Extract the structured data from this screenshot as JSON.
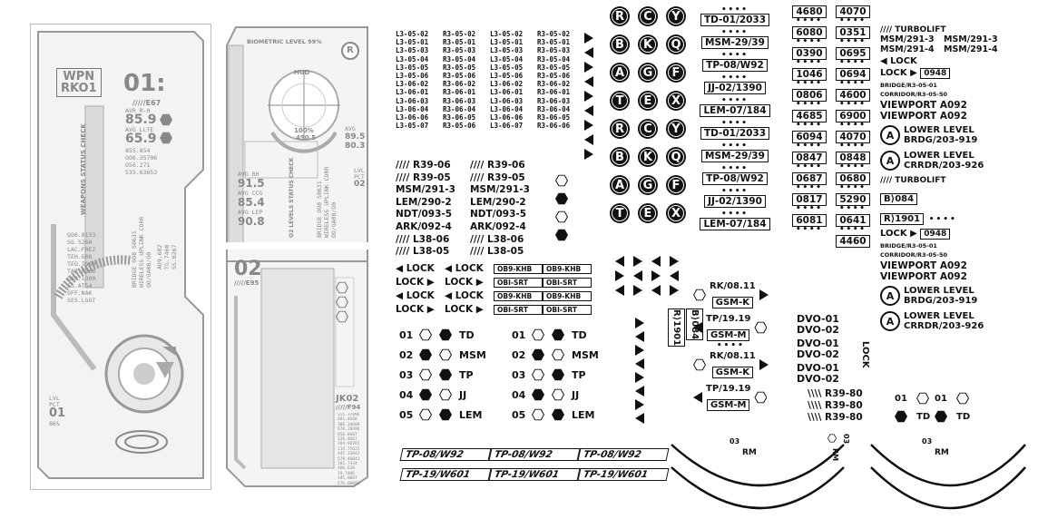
{
  "panel1": {
    "wpn_line1": "WPN",
    "wpn_line2": "RKO1",
    "big_num": "01:",
    "code": "/////E67",
    "vals": [
      "85.9",
      "65.9"
    ],
    "small_labels": [
      "AVR R-H",
      "AVG LLTE"
    ],
    "mini_block": "855.854\nOO6.35706\nO56.271\n535.63653",
    "vertical_title": "WEAPONS STATUS CHECK",
    "vertical_sub": "BRIDGE OO8 S0631\nWIRELESS UPLINK CORR\nOO/GA08/O0",
    "side_code": "AO9.682\nTG.7460\nSS.0267",
    "list": "QO6.8133\nSG.5260\nLAC.FRE2\nTEH.G08\nTEO.7560\nTAR.0266\nGAR.1300\nSG.AT54\nOFF.NAK\nSES.LGOT",
    "lvl": "LVL",
    "pct": "PCT",
    "pct_val": "01",
    "pct_sub": "86%"
  },
  "panel2": {
    "biometric": "BIOMETRIC LEVEL 99%",
    "r_badge": "R",
    "hud": "HUD",
    "gauge_val": "100%",
    "gauge_sub": "450.5",
    "side_vals": [
      "89.5",
      "80.3"
    ],
    "side_label": "AVG",
    "left_vals": [
      "91.5",
      "85.4",
      "90.8"
    ],
    "left_labels": [
      "AVG RH",
      "AVG CCG",
      "AVG LEP"
    ],
    "vertical_title": "O2 LEVELS STATUS CHECK",
    "vertical_sub": "BRIDGE OO8 S0631\nWIRELESS UPLINK CORR\nOO/GA08/O0",
    "lvl": "LVL",
    "pct": "PCT",
    "pct_val": "02",
    "big_num": "02",
    "code": "/////E95",
    "jk": "JK02",
    "jk_sub": "/////F94",
    "list": "S55.37896\n681.4668\n306.34608\n678.26996\n856.6687\n126.4667\n394.98765\n114.75622\n445.33042\n578.40043\n182.7434\n406.638\n19.7486\n345.8087\n576.00086\n367.235\n213.8009\n511.9866\n788.94506\n265.87656\n135.47674\n773.7084\n624.14006\n288.996\n768.0060\n338.0066\n456.64836\n554.8908\n265.0006\n567.6066\n281.3878\n86.6007\n157.0678\n185.15364\n785.8980\n852.48822\n852.3688"
  },
  "decals": {
    "codes_rows": [
      [
        "L3-05-02",
        "R3-05-02",
        "L3-05-02",
        "R3-05-02"
      ],
      [
        "L3-05-01",
        "R3-05-01",
        "L3-05-01",
        "R3-05-01"
      ],
      [
        "L3-05-03",
        "R3-05-03",
        "L3-05-03",
        "R3-05-03"
      ],
      [
        "L3-05-04",
        "R3-05-04",
        "L3-05-04",
        "R3-05-04"
      ],
      [
        "L3-05-05",
        "R3-05-05",
        "L3-05-05",
        "R3-05-05"
      ],
      [
        "L3-05-06",
        "R3-05-06",
        "L3-05-06",
        "R3-05-06"
      ],
      [
        "L3-06-02",
        "R3-06-02",
        "L3-06-02",
        "R3-06-02"
      ],
      [
        "L3-06-01",
        "R3-06-01",
        "L3-06-01",
        "R3-06-01"
      ],
      [
        "L3-06-03",
        "R3-06-03",
        "L3-06-03",
        "R3-06-03"
      ],
      [
        "L3-06-04",
        "R3-06-04",
        "L3-06-04",
        "R3-06-04"
      ],
      [
        "L3-06-06",
        "R3-06-05",
        "L3-06-06",
        "R3-06-05"
      ],
      [
        "L3-05-07",
        "R3-05-06",
        "L3-06-07",
        "R3-06-06"
      ]
    ],
    "slash_rows": [
      [
        "//// R39-06",
        "//// R39-06"
      ],
      [
        "//// R39-05",
        "//// R39-05"
      ],
      [
        "MSM/291-3",
        "MSM/291-3"
      ],
      [
        "LEM/290-2",
        "LEM/290-2"
      ],
      [
        "NDT/093-5",
        "NDT/093-5"
      ],
      [
        "ARK/092-4",
        "ARK/092-4"
      ],
      [
        "//// L38-06",
        "//// L38-06"
      ],
      [
        "//// L38-05",
        "//// L38-05"
      ]
    ],
    "circle_letters": [
      [
        "R",
        "C",
        "Y"
      ],
      [
        "B",
        "K",
        "Q"
      ],
      [
        "A",
        "G",
        "F"
      ],
      [
        "T",
        "E",
        "X"
      ],
      [
        "R",
        "C",
        "Y"
      ],
      [
        "B",
        "K",
        "Q"
      ],
      [
        "A",
        "G",
        "F"
      ],
      [
        "T",
        "E",
        "X"
      ]
    ],
    "boxed_codes": [
      "TD-01/2033",
      "MSM-29/39",
      "TP-08/W92",
      "JJ-02/1390",
      "LEM-07/184",
      "TD-01/2033",
      "MSM-29/39",
      "TP-08/W92",
      "JJ-02/1390",
      "LEM-07/184"
    ],
    "num_grid": [
      [
        "4680",
        "4070"
      ],
      [
        "6080",
        "0351"
      ],
      [
        "0390",
        "0695"
      ],
      [
        "1046",
        "0694"
      ],
      [
        "0806",
        "4600"
      ],
      [
        "4685",
        "6900"
      ],
      [
        "6094",
        "4070"
      ],
      [
        "0847",
        "0848"
      ],
      [
        "0687",
        "0680"
      ],
      [
        "0817",
        "5290"
      ],
      [
        "6081",
        "0641"
      ]
    ],
    "num_single": "4460",
    "lock_rows": [
      [
        "◀ LOCK",
        "◀ LOCK",
        "OB9-KHB",
        "OB9-KHB"
      ],
      [
        "LOCK ▶",
        "LOCK ▶",
        "OBI-SRT",
        "OBI-SRT"
      ],
      [
        "◀ LOCK",
        "◀ LOCK",
        "OB9-KHB",
        "OB9-KHB"
      ],
      [
        "LOCK ▶",
        "LOCK ▶",
        "OBI-SRT",
        "OBI-SRT"
      ]
    ],
    "num_rows": [
      [
        "01",
        "TD"
      ],
      [
        "02",
        "MSM"
      ],
      [
        "03",
        "TP"
      ],
      [
        "04",
        "JJ"
      ],
      [
        "05",
        "LEM"
      ]
    ],
    "slant_rows": [
      [
        "TP-08/W92",
        "TP-08/W92",
        "TP-08/W92"
      ],
      [
        "TP-19/W601",
        "TP-19/W601",
        "TP-19/W601"
      ]
    ],
    "vert_codes": [
      "R⟩1901",
      "B⟩084"
    ],
    "rk": "RK/08.11",
    "gsmk": "GSM-K",
    "tp": "TP/19.19",
    "gsmm": "GSM-M",
    "dvo": [
      "DVO-01",
      "DVO-02",
      "DVO-01",
      "DVO-02",
      "DVO-01",
      "DVO-02"
    ],
    "lock_v": "LOCK",
    "r39": [
      "\\\\\\\\ R39-80",
      "\\\\\\\\ R39-80",
      "\\\\\\\\ R39-80"
    ],
    "arc_labels": [
      "03",
      "RM"
    ],
    "right_col": {
      "turbolift": "//// TURBOLIFT",
      "msm": [
        "MSM/291-3",
        "MSM/291-3",
        "MSM/291-4",
        "MSM/291-4"
      ],
      "lock": "◀ LOCK",
      "lock2": "LOCK ▶",
      "lock_box": "0948",
      "bridge": "BRIDGE/R3-05-01",
      "corridor": "CORRIDOR/R3-05-50",
      "viewport": "VIEWPORT A092",
      "lower_level": "LOWER LEVEL",
      "brdg": "BRDG/203-919",
      "crrdr": "CRRDR/203-926",
      "b084": "B⟩084",
      "r1901": "R⟩1901",
      "circ_a": "A",
      "o1": "01",
      "td": "TD",
      "o3": "03",
      "rm": "RM"
    }
  }
}
